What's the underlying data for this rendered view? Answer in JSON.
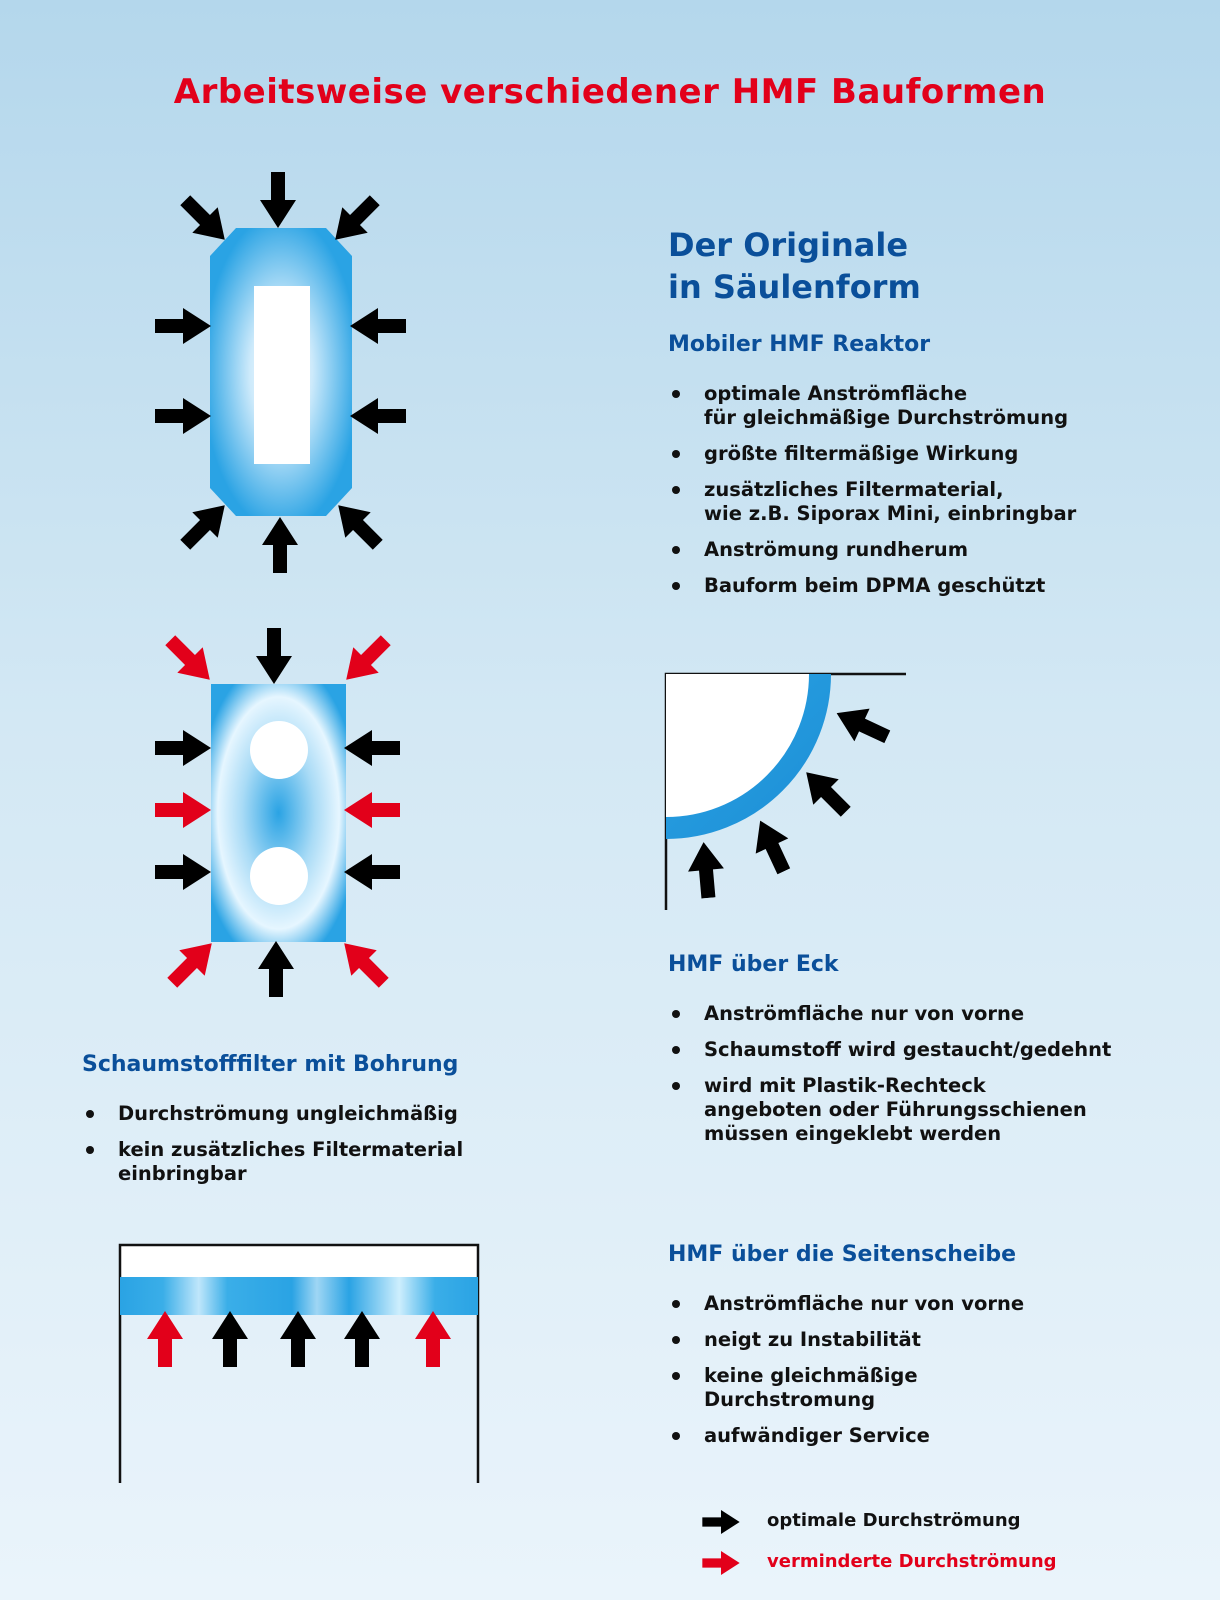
{
  "title": "Arbeitsweise verschiedener HMF Bauformen",
  "saeule": {
    "heading_line1": "Der Originale",
    "heading_line2": "in Säulenform",
    "subheading": "Mobiler HMF Reaktor",
    "bullets": [
      "optimale Anströmfläche\nfür gleichmäßige Durchströmung",
      "größte filtermäßige Wirkung",
      "zusätzliches Filtermaterial,\nwie z.B. Siporax Mini, einbringbar",
      "Anströmung rundherum",
      "Bauform beim DPMA geschützt"
    ]
  },
  "schaumstoff": {
    "subheading": "Schaumstofffilter mit Bohrung",
    "bullets": [
      "Durchströmung ungleichmäßig",
      "kein zusätzliches Filtermaterial\neinbringbar"
    ]
  },
  "eck": {
    "subheading": "HMF über Eck",
    "bullets": [
      "Anströmfläche nur von vorne",
      "Schaumstoff wird gestaucht/gedehnt",
      "wird mit Plastik-Rechteck\nangeboten oder Führungsschienen\nmüssen eingeklebt werden"
    ]
  },
  "seite": {
    "subheading": "HMF über die Seitenscheibe",
    "bullets": [
      "Anströmfläche nur von vorne",
      "neigt zu Instabilität",
      "keine gleichmäßige\nDurchstromung",
      "aufwändiger Service"
    ]
  },
  "legend": {
    "optimal": "optimale Durchströmung",
    "reduced": "verminderte Durchströmung"
  },
  "colors": {
    "title_red": "#e2001a",
    "heading_blue": "#0a4f9a",
    "arrow_optimal": "#000000",
    "arrow_reduced": "#e2001a",
    "filter_blue": "#2aa3e4"
  }
}
